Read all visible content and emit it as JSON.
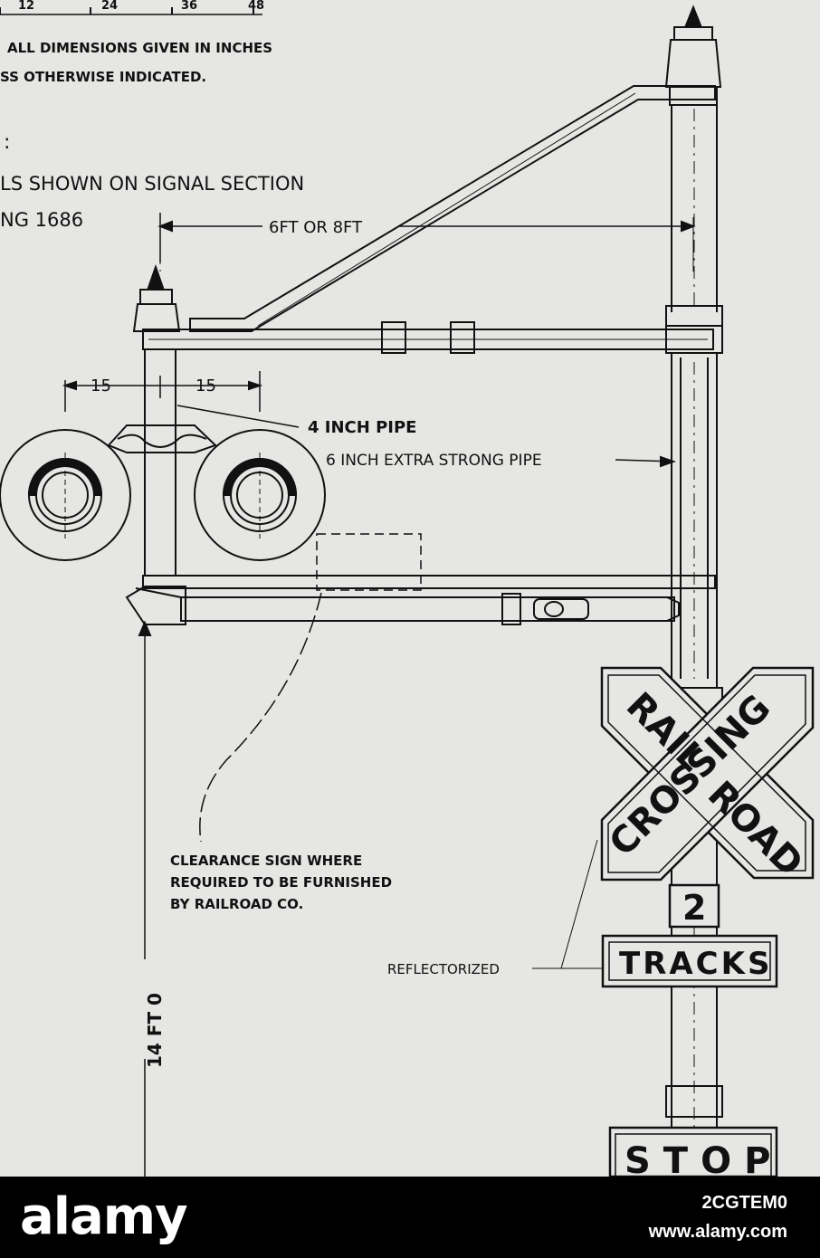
{
  "drawing": {
    "scale_ticks": [
      "12",
      "24",
      "36",
      "48"
    ],
    "note_line1": "ALL DIMENSIONS GIVEN IN INCHES",
    "note_line2": "SS OTHERWISE INDICATED.",
    "colon_mark": ":",
    "signal_note_line1": "LS SHOWN ON SIGNAL SECTION",
    "signal_note_line2": "NG 1686",
    "span_dimension": "6FT OR 8FT",
    "offset_left": "15",
    "offset_right": "15",
    "pipe_small": "4 INCH PIPE",
    "pipe_large": "6 INCH EXTRA STRONG PIPE",
    "clearance_line1": "CLEARANCE SIGN WHERE",
    "clearance_line2": "REQUIRED TO BE FURNISHED",
    "clearance_line3": "BY RAILROAD CO.",
    "height_dimension": "14 FT 0",
    "reflectorized": "REFLECTORIZED",
    "crossbuck_rail": "RAIL",
    "crossbuck_road": "ROAD",
    "crossbuck_crossing": "CROSSING",
    "track_count": "2",
    "tracks_sign": "TRACKS",
    "stop_sign": "STOP"
  },
  "footer": {
    "logo": "alamy",
    "image_id": "2CGTEM0",
    "url": "www.alamy.com"
  },
  "colors": {
    "paper": "#e6e6e4",
    "ink": "#111111",
    "footer_bg": "#000000",
    "footer_text": "#ffffff"
  }
}
